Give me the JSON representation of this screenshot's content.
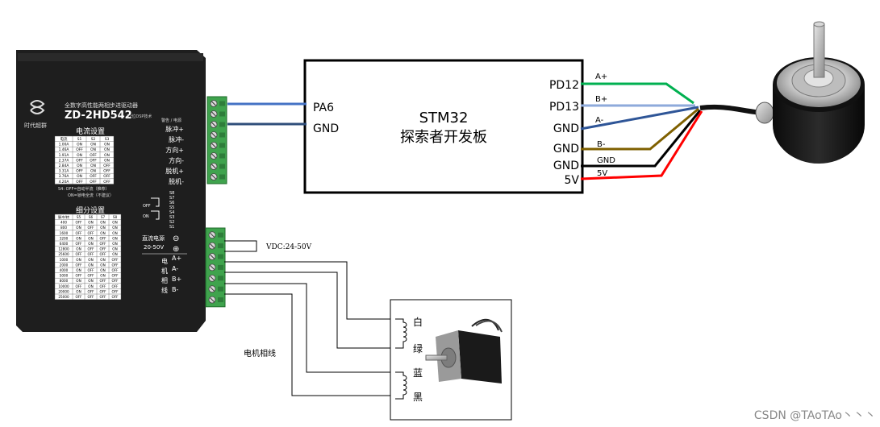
{
  "driver": {
    "brand": "时代超群",
    "title": "全数字高性能两相步进驱动器",
    "model": "ZD-2HD542",
    "model_sub": "32位DSP技术",
    "warn_power": "警告 / 电源",
    "signal_terminals": [
      "脉冲+",
      "脉冲-",
      "方向+",
      "方向-",
      "脱机+",
      "脱机-"
    ],
    "current_section": "电流设置",
    "current_table": {
      "headers": [
        "电流",
        "S1",
        "S2",
        "S3"
      ],
      "rows": [
        [
          "1.00A",
          "ON",
          "ON",
          "ON"
        ],
        [
          "1.46A",
          "OFF",
          "ON",
          "ON"
        ],
        [
          "1.91A",
          "ON",
          "OFF",
          "ON"
        ],
        [
          "2.37A",
          "OFF",
          "OFF",
          "ON"
        ],
        [
          "2.84A",
          "ON",
          "ON",
          "OFF"
        ],
        [
          "3.31A",
          "OFF",
          "ON",
          "OFF"
        ],
        [
          "3.76A",
          "ON",
          "OFF",
          "OFF"
        ],
        [
          "4.20A",
          "OFF",
          "OFF",
          "OFF"
        ]
      ]
    },
    "s4_note_1": "S4: OFF=自动半流（推荐）",
    "s4_note_2": "ON=锁电全流（不建议）",
    "dip_labels": [
      "S8",
      "S7",
      "S6",
      "S5",
      "S4",
      "S3",
      "S2",
      "S1"
    ],
    "dip_off": "OFF",
    "dip_on": "ON",
    "microstep_section": "细分设置",
    "microstep_table": {
      "headers": [
        "脉冲/转",
        "S5",
        "S6",
        "S7",
        "S8"
      ],
      "rows": [
        [
          "400",
          "OFF",
          "ON",
          "ON",
          "ON"
        ],
        [
          "800",
          "ON",
          "OFF",
          "ON",
          "ON"
        ],
        [
          "1600",
          "OFF",
          "OFF",
          "ON",
          "ON"
        ],
        [
          "3200",
          "ON",
          "ON",
          "OFF",
          "ON"
        ],
        [
          "6400",
          "OFF",
          "ON",
          "OFF",
          "ON"
        ],
        [
          "12800",
          "ON",
          "OFF",
          "OFF",
          "ON"
        ],
        [
          "25600",
          "OFF",
          "OFF",
          "OFF",
          "ON"
        ],
        [
          "1000",
          "ON",
          "ON",
          "ON",
          "OFF"
        ],
        [
          "2000",
          "OFF",
          "ON",
          "ON",
          "OFF"
        ],
        [
          "4000",
          "ON",
          "OFF",
          "ON",
          "OFF"
        ],
        [
          "5000",
          "OFF",
          "OFF",
          "ON",
          "OFF"
        ],
        [
          "8000",
          "ON",
          "ON",
          "OFF",
          "OFF"
        ],
        [
          "10000",
          "OFF",
          "ON",
          "OFF",
          "OFF"
        ],
        [
          "20000",
          "ON",
          "OFF",
          "OFF",
          "OFF"
        ],
        [
          "25000",
          "OFF",
          "OFF",
          "OFF",
          "OFF"
        ]
      ]
    },
    "dc_power": "直流电源",
    "voltage": "20-50V",
    "minus_symbol": "⊖",
    "plus_symbol": "⊕",
    "motor_phase_vertical": [
      "电",
      "机",
      "相",
      "线"
    ],
    "phase_terminals": [
      "A+",
      "A-",
      "B+",
      "B-"
    ]
  },
  "stm32": {
    "name": "STM32",
    "subtitle": "探索者开发板",
    "left_pins": [
      "PA6",
      "GND"
    ],
    "right_pins": [
      "PD12",
      "PD13",
      "GND",
      "GND",
      "GND",
      "5V"
    ]
  },
  "encoder_wires": [
    "A+",
    "B+",
    "A-",
    "B-",
    "GND",
    "5V"
  ],
  "vdc_label": "VDC:24-50V",
  "motor_phase_label": "电机相线",
  "motor_coils": [
    "白",
    "绿",
    "蓝",
    "黑"
  ],
  "watermark": "CSDN @TAoTAo丶丶丶",
  "colors": {
    "wire_blue": "#4472c4",
    "wire_navy": "#2f4e7a",
    "wire_green": "#00b050",
    "wire_lightblue": "#8eaadb",
    "wire_darkblue": "#2e5597",
    "wire_brown": "#7f6000",
    "wire_black": "#000000",
    "wire_red": "#ff0000",
    "terminal_green": "#3fa34d",
    "driver_body": "#1e1e1e"
  }
}
